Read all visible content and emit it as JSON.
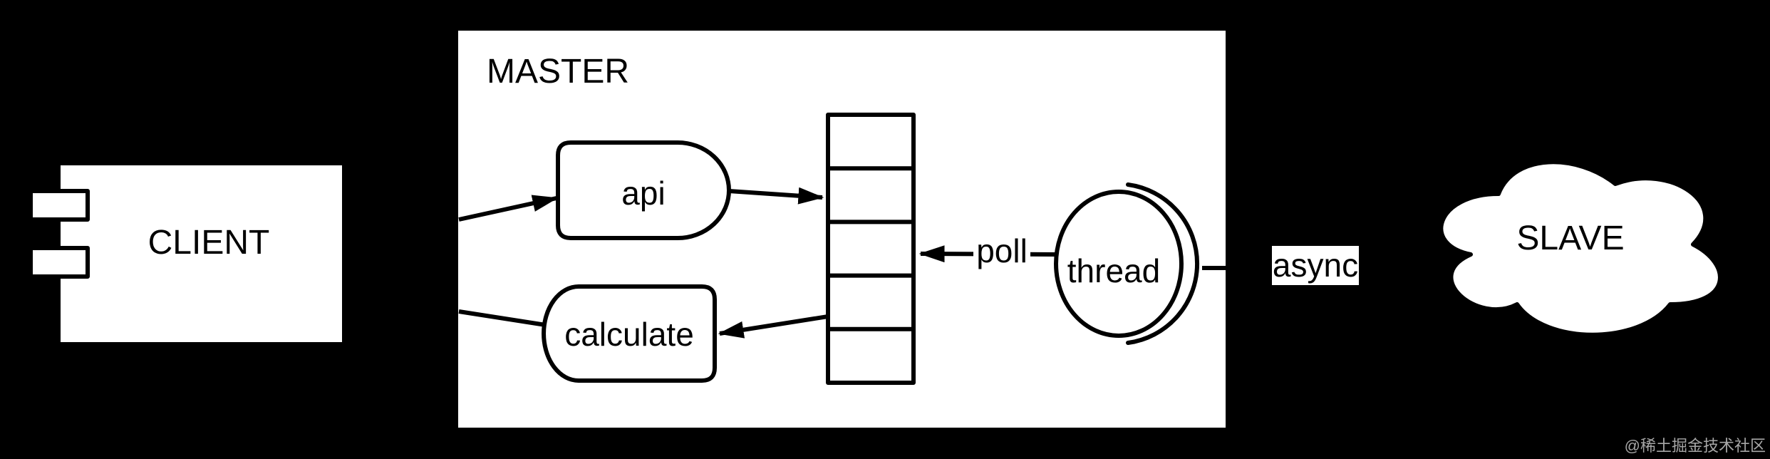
{
  "colors": {
    "background": "#000000",
    "shape_fill": "#ffffff",
    "stroke": "#000000",
    "text": "#000000",
    "watermark_text": "#a6a6a6"
  },
  "client": {
    "label": "CLIENT"
  },
  "master": {
    "label": "MASTER",
    "api_label": "api",
    "calculate_label": "calculate",
    "thread_label": "thread",
    "queue_cells": 5
  },
  "connectors": {
    "poll_label": "poll",
    "async_label": "async"
  },
  "slave": {
    "label": "SLAVE"
  },
  "watermark": "@稀土掘金技术社区"
}
